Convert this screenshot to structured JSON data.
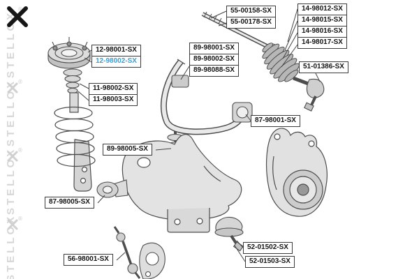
{
  "watermark": {
    "brand": "STELLOX",
    "registered": "®"
  },
  "colors": {
    "highlight": "#3b9fd4",
    "label_border": "#3a3a3a",
    "line_art": "#4d4d4d"
  },
  "label_groups": {
    "inner_tie_rod": {
      "items": [
        "55-00158-SX",
        "55-00178-SX"
      ]
    },
    "steering_boot": {
      "items": [
        "14-98012-SX",
        "14-98015-SX",
        "14-98016-SX",
        "14-98017-SX"
      ]
    },
    "strut_mount": {
      "items": [
        "12-98001-SX",
        "12-98002-SX"
      ],
      "highlighted": "12-98002-SX"
    },
    "stabilizer_bar_bushing": {
      "items": [
        "89-98001-SX",
        "89-98002-SX",
        "89-98088-SX"
      ]
    },
    "tie_rod_end": {
      "items": [
        "51-01386-SX"
      ]
    },
    "bump_stop": {
      "items": [
        "11-98002-SX",
        "11-98003-SX"
      ]
    },
    "stabilizer_bushing": {
      "items": [
        "87-98001-SX"
      ]
    },
    "stabilizer_link_front": {
      "items": [
        "89-98005-SX"
      ]
    },
    "control_arm_bushing": {
      "items": [
        "87-98005-SX"
      ]
    },
    "stabilizer_link_rear": {
      "items": [
        "56-98001-SX"
      ]
    },
    "ball_joint": {
      "items": [
        "52-01502-SX",
        "52-01503-SX"
      ]
    }
  }
}
